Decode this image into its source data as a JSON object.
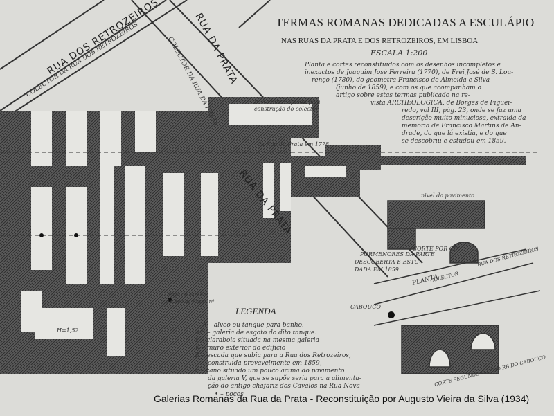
{
  "title": {
    "line1": "TERMAS ROMANAS DEDICADAS A ESCULÁPIO",
    "line2": "NAS RUAS DA PRATA E DOS RETROZEIROS, EM LISBOA",
    "scale": "ESCALA 1:200"
  },
  "description": [
    "Planta e cortes reconstituidos com os desenhos incompletos e",
    "inexactos de Joaquim José Ferreira (1770), de Frei José de S. Lou-",
    "renço (1780), do geometra Francisco de Almeida e Silva",
    "(junho de 1859), e com os que acompanham o",
    "artigo sobre estas termas publicado na re-",
    "vista ARCHEOLOGICA, de Borges de Figuei-",
    "redo, vol III, pág. 23, onde se faz uma",
    "descrição muito minuciosa, extraida da",
    "memoria de Francisco Martins de An-",
    "drade, do que lá existia, e do que",
    "se descobriu e estudou em 1859."
  ],
  "streets": {
    "retrozeiros": "RUA DOS RETROZEIROS",
    "prata": "RUA DA PRATA",
    "prata_lower": "RUA DA PRATA",
    "colector_retrozeiros": "COLECTOR DA RUA DOS RETROZEIROS",
    "colector_prata": "COLECTOR DA RUA DA PRATA"
  },
  "annotations": {
    "parte_interceptada": "Parte interceptada pela",
    "construcao_colector": "construção do colector",
    "rua_prata_1778": "da Rua da Prata em 1778",
    "poco_escada": "Poço da escada",
    "rua_prata_n": "da Rua da Prata, nº",
    "cota": "H=1,52",
    "nivel_pavimento": "nivel do pavimento",
    "corte_por_cd": "CORTE POR CD",
    "pormenores_1": "PORMENORES DA PARTE",
    "pormenores_2": "DESCOBERTA E ESTU-",
    "pormenores_3": "DADA EM 1859",
    "planta": "PLANTA",
    "cabouco": "CABOUCO",
    "corte_segundo": "CORTE SEGUNDO O LADO RB DO CABOUCO",
    "rua_retrozeiros_small": "RUA DOS RETROZEIROS",
    "colector_small": "COLECTOR"
  },
  "legend": {
    "heading": "LEGENDA",
    "items": [
      "A – alveo ou tanque para banho.",
      "a-b – galeria de esgoto do dito tanque.",
      "L – claraboia situada na mesma galeria",
      "K – muro exterior do edificio",
      "Z – escada que subia para a Rua dos Retrozeiros,",
      "construida provavelmente em 1859,",
      "c – cano situado um pouco acima do pavimento",
      "da galeria V, que se supõe seria para a alimenta-",
      "ção do antigo chafariz dos Cavalos na Rua Nova",
      "• – poços"
    ]
  },
  "caption": "Galerias Romanas da Rua da Prata - Reconstituição por Augusto Vieira da Silva (1934)",
  "colors": {
    "paper": "#dcdcd8",
    "ink": "#222222",
    "hatch": "#4a4a4a"
  }
}
